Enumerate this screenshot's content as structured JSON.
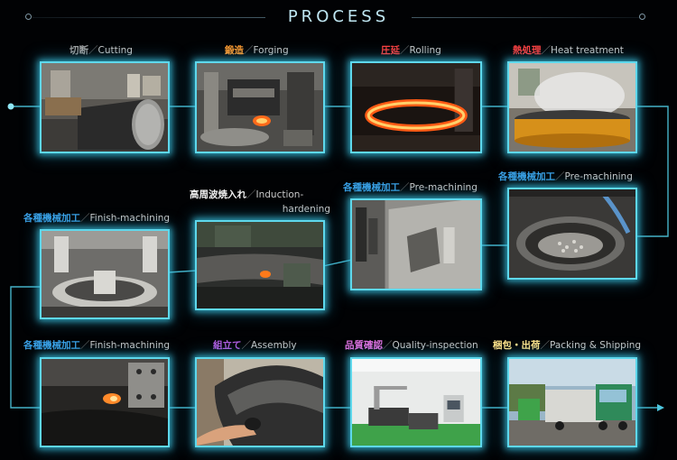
{
  "header": {
    "title": "PROCESS"
  },
  "steps": [
    {
      "jp": "切断",
      "en": "Cutting"
    },
    {
      "jp": "鍛造",
      "en": "Forging"
    },
    {
      "jp": "圧延",
      "en": "Rolling"
    },
    {
      "jp": "熱処理",
      "en": "Heat treatment"
    },
    {
      "jp": "各種機械加工",
      "en": "Pre-machining"
    },
    {
      "jp": "各種機械加工",
      "en": "Pre-machining"
    },
    {
      "jp": "高周波焼入れ",
      "en": "Induction-",
      "en2": "hardening"
    },
    {
      "jp": "各種機械加工",
      "en": "Finish-machining"
    },
    {
      "jp": "各種機械加工",
      "en": "Finish-machining"
    },
    {
      "jp": "組立て",
      "en": "Assembly"
    },
    {
      "jp": "品質確認",
      "en": "Quality-inspection"
    },
    {
      "jp": "梱包・出荷",
      "en": "Packing & Shipping"
    }
  ],
  "separator": "／",
  "colors": {
    "accent": "#5ed8ec",
    "flow_line": "#4ec6de"
  }
}
